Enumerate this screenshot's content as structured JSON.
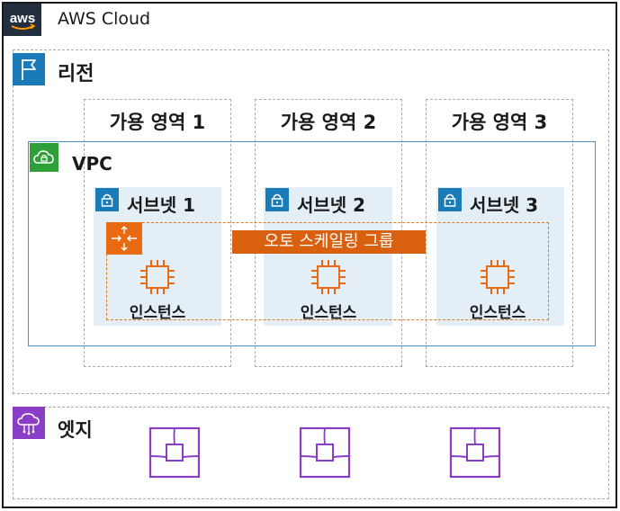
{
  "cloud": {
    "title": "AWS Cloud",
    "logo_text": "aws"
  },
  "region": {
    "title": "리전"
  },
  "availability_zones": [
    {
      "label": "가용 영역 1"
    },
    {
      "label": "가용 영역 2"
    },
    {
      "label": "가용 영역 3"
    }
  ],
  "vpc": {
    "title": "VPC"
  },
  "subnets": [
    {
      "label": "서브넷 1",
      "instance_label": "인스턴스"
    },
    {
      "label": "서브넷 2",
      "instance_label": "인스턴스"
    },
    {
      "label": "서브넷 3",
      "instance_label": "인스턴스"
    }
  ],
  "auto_scaling_group": {
    "label": "오토 스케일링 그룹"
  },
  "edge": {
    "title": "엣지"
  },
  "colors": {
    "aws_dark": "#232f3e",
    "region_blue": "#1a7bb9",
    "vpc_green": "#2ea03a",
    "vpc_border": "#4a90c8",
    "subnet_fill": "#e3eef6",
    "compute_orange": "#e86b13",
    "asg_label": "#d9600f",
    "edge_purple": "#8a3ec8"
  }
}
